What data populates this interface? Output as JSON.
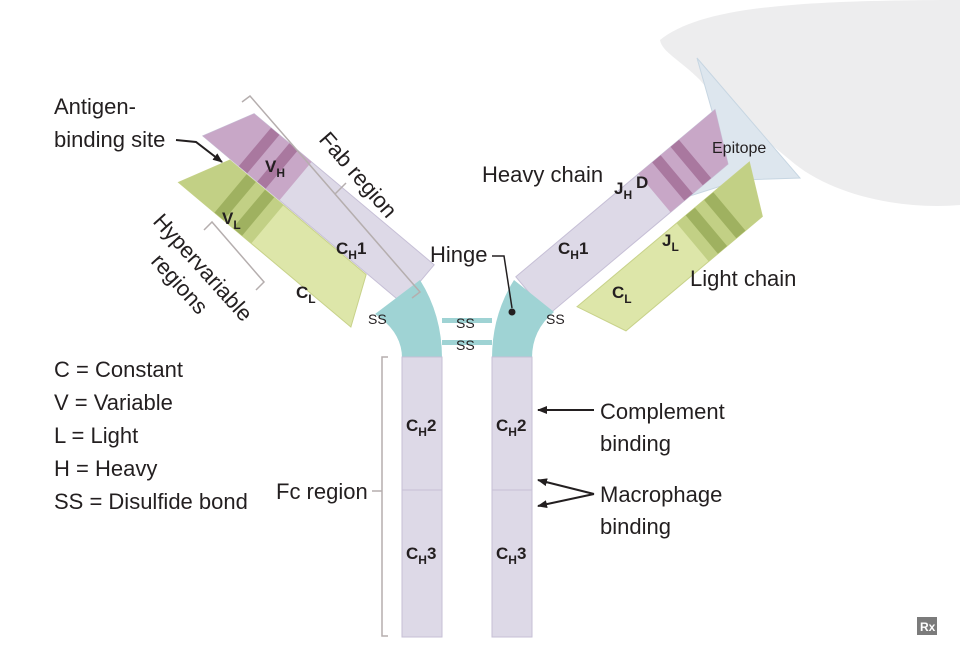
{
  "labels": {
    "antigen_binding_site": [
      "Antigen-",
      "binding site"
    ],
    "fab_region": "Fab region",
    "hypervariable_regions": [
      "Hypervariable",
      "regions"
    ],
    "heavy_chain": "Heavy chain",
    "light_chain": "Light chain",
    "epitope": "Epitope",
    "hinge": "Hinge",
    "fc_region": "Fc region",
    "complement_binding": [
      "Complement",
      "binding"
    ],
    "macrophage_binding": [
      "Macrophage",
      "binding"
    ]
  },
  "segments": {
    "v": "V",
    "c": "C",
    "j": "J",
    "d": "D",
    "h": "H",
    "l": "L",
    "ch1": "1",
    "ch2": "2",
    "ch3": "3"
  },
  "disulfide": "SS",
  "legend": [
    "C = Constant",
    "V = Variable",
    "L = Light",
    "H = Heavy",
    "SS = Disulfide bond"
  ],
  "corner_logo": "Rx",
  "colors": {
    "heavy_constant": "#ddd9e7",
    "heavy_variable": "#c8a7c7",
    "heavy_band": "#a9789f",
    "light_constant": "#dde6a9",
    "light_variable": "#c2d085",
    "light_band": "#9fb160",
    "hinge": "#9fd3d4",
    "antigen": "#ededee",
    "epitope": "#dde6ee"
  }
}
